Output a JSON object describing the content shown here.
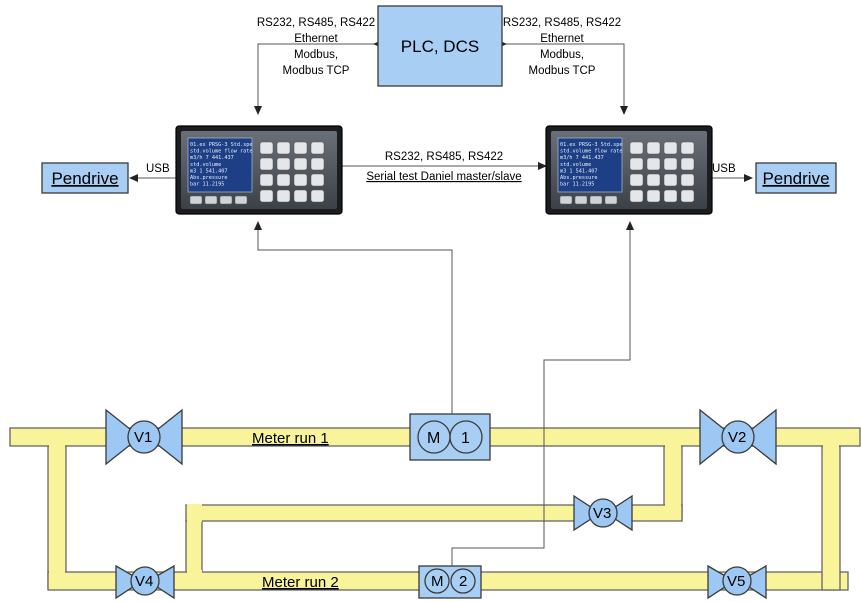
{
  "plc": {
    "label": "PLC, DCS"
  },
  "comm_left": {
    "line1": "RS232, RS485, RS422",
    "line2": "Ethernet",
    "line3": "Modbus,",
    "line4": "Modbus TCP"
  },
  "comm_right": {
    "line1": "RS232, RS485, RS422",
    "line2": "Ethernet",
    "line3": "Modbus,",
    "line4": "Modbus TCP"
  },
  "serial_link": {
    "line1": "RS232, RS485, RS422",
    "line2": "Serial test Daniel master/slave"
  },
  "usb_left": {
    "label": "USB",
    "device": "Pendrive"
  },
  "usb_right": {
    "label": "USB",
    "device": "Pendrive"
  },
  "pipes": {
    "run1": "Meter run 1",
    "run2": "Meter run 2"
  },
  "valves": {
    "v1": "V1",
    "v2": "V2",
    "v3": "V3",
    "v4": "V4",
    "v5": "V5"
  },
  "meters": {
    "m1": {
      "letter": "M",
      "number": "1"
    },
    "m2": {
      "letter": "M",
      "number": "2"
    }
  },
  "screen_text": [
    "01.ex PRSG-3  Std.spe",
    "std.volume flow rate",
    "m3/h        7 441.437",
    "std.volume",
    "m3          1 541.407",
    "Abs.pressure",
    "bar            11.2195"
  ],
  "colors": {
    "pipe": "#f9f39a",
    "device_fill": "#a9cef4",
    "stroke": "#3a3a3a",
    "valve_fill": "#9cc8f3"
  }
}
